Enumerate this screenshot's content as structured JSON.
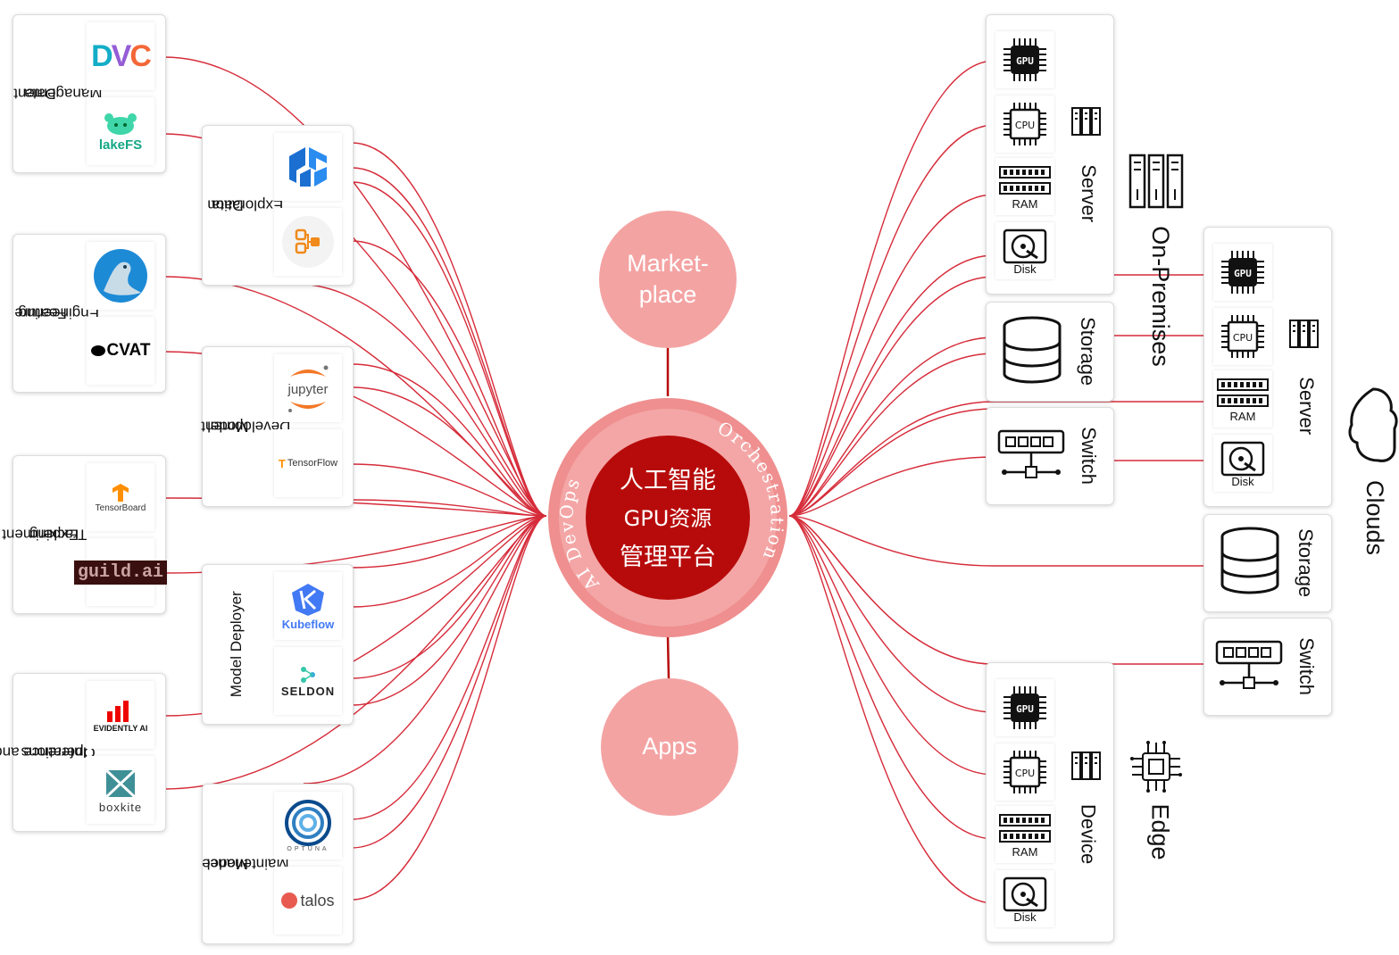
{
  "center": {
    "lines": [
      "人工智能",
      "GPU资源",
      "管理平台"
    ],
    "arc_left": "AI DevOps",
    "arc_right": "Orchestration"
  },
  "bubbles": {
    "top": "Market-place",
    "top_lines": [
      "Market-",
      "place"
    ],
    "bottom": "Apps"
  },
  "left": {
    "data_management": {
      "label": [
        "Data",
        "Management"
      ],
      "tools": [
        "DVC",
        "lakeFS"
      ]
    },
    "data_exploration": {
      "label": [
        "Data",
        "Exploration"
      ],
      "tools": [
        "",
        ""
      ]
    },
    "feature_engineering": {
      "label": [
        "Feature",
        "Engineering"
      ],
      "tools": [
        "",
        "CVAT"
      ]
    },
    "model_development": {
      "label": [
        "Model",
        "Development"
      ],
      "tools": [
        "jupyter",
        "TensorFlow"
      ]
    },
    "experiment_tracking": {
      "label": [
        "Experiment",
        "Tracking"
      ],
      "tools": [
        "TensorBoard",
        "guild.ai"
      ]
    },
    "model_deployer": {
      "label": [
        "Model Deployer"
      ],
      "tools": [
        "Kubeflow",
        "SELDON"
      ]
    },
    "inference_operations": {
      "label": [
        "Inference and",
        "Operations"
      ],
      "tools": [
        "EVIDENTLY AI",
        "boxkite"
      ]
    },
    "model_maintenance": {
      "label": [
        "Model",
        "Maintenance"
      ],
      "tools": [
        "OPTUNA",
        "talos"
      ]
    }
  },
  "right": {
    "on_premises": {
      "title": "On-Premises",
      "server": "Server",
      "storage": "Storage",
      "switch": "Switch"
    },
    "clouds": {
      "title": "Clouds",
      "server": "Server",
      "storage": "Storage",
      "switch": "Switch"
    },
    "edge": {
      "title": "Edge",
      "device": "Device"
    },
    "hw_labels": {
      "gpu": "GPU",
      "cpu": "CPU",
      "ram": "RAM",
      "disk": "Disk"
    }
  },
  "colors": {
    "wire": "#d62c3a",
    "bubble": "#f4a3a3",
    "center_ring": "#ef8f8f",
    "center_core": "#b70b0b"
  }
}
